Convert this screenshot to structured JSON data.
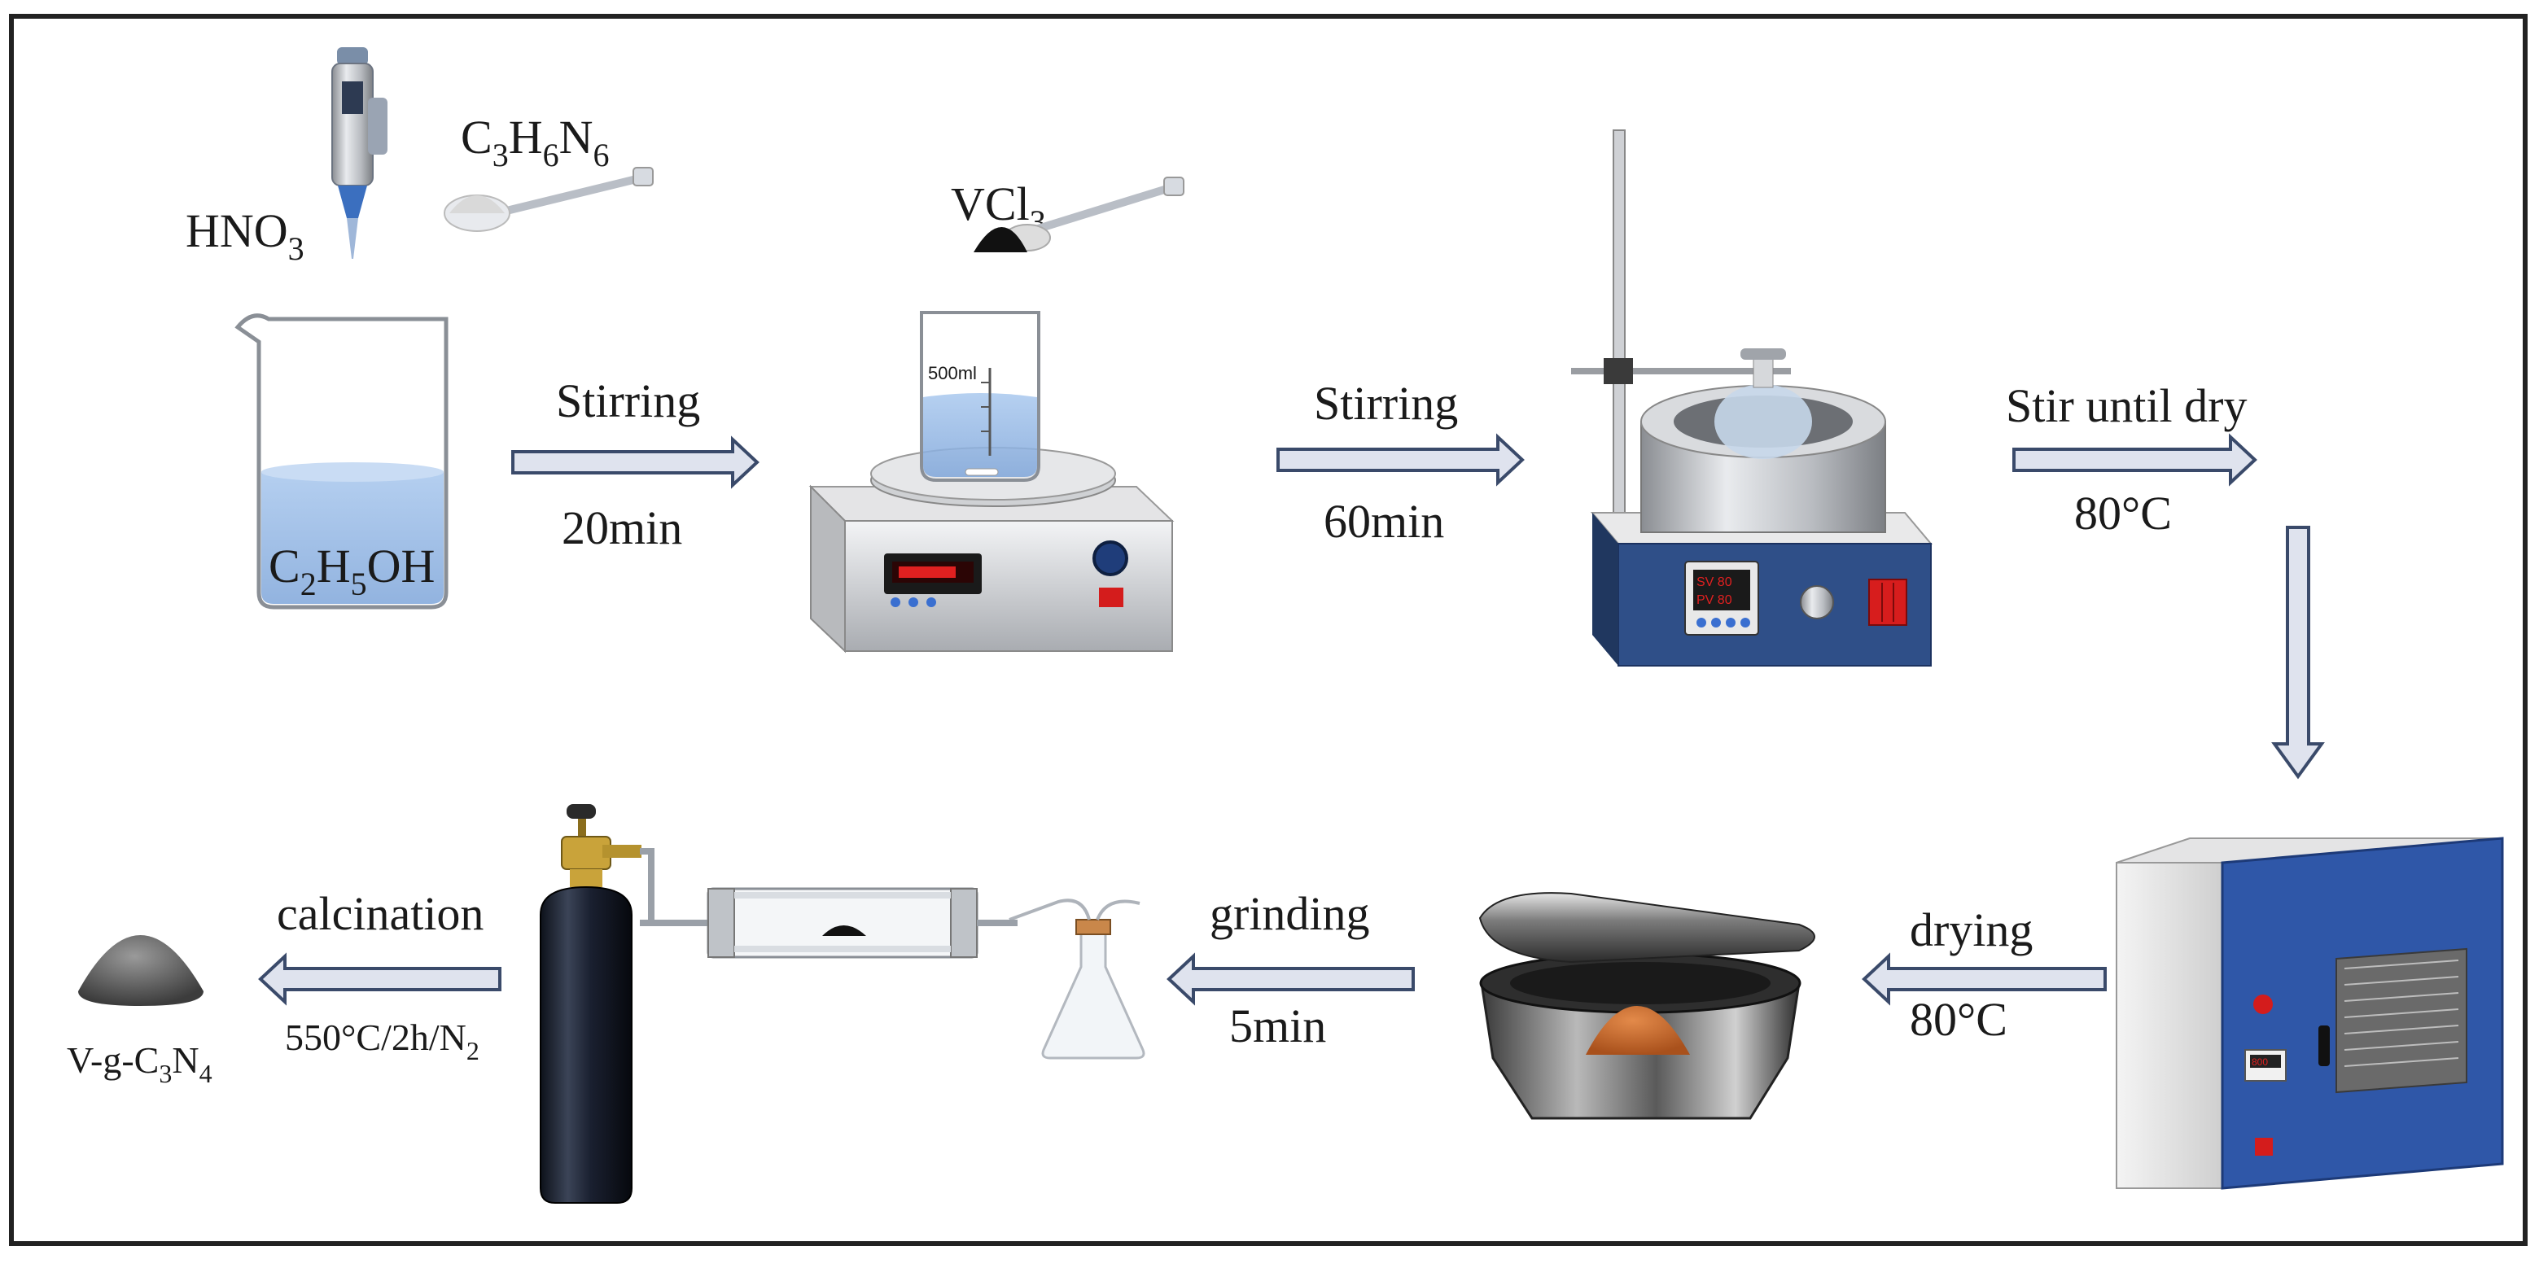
{
  "reagents": {
    "hno3": {
      "base": "HNO",
      "sub": "3"
    },
    "melamine": {
      "c": "C",
      "c_sub": "3",
      "h": "H",
      "h_sub": "6",
      "n": "N",
      "n_sub": "6"
    },
    "vcl3": {
      "base": "VCl",
      "sub": "3"
    },
    "ethanol": {
      "c": "C",
      "c_sub": "2",
      "h": "H",
      "h_sub": "5",
      "tail": "OH"
    },
    "product": {
      "prefix": "V-g-C",
      "c_sub": "3",
      "n": "N",
      "n_sub": "4"
    }
  },
  "steps": {
    "step1": {
      "action": "Stirring",
      "condition": "20min"
    },
    "step2": {
      "action": "Stirring",
      "condition": "60min"
    },
    "step3": {
      "action": "Stir until dry",
      "condition": "80°C"
    },
    "step4": {
      "action": "drying",
      "condition": "80°C"
    },
    "step5": {
      "action": "grinding",
      "condition": "5min"
    },
    "step6": {
      "action": "calcination",
      "condition_prefix": "550°C/2h/N",
      "condition_sub": "2"
    }
  },
  "equipment_labels": {
    "beaker_mark": "500ml",
    "heater_display_top": "SV 80",
    "heater_display_bottom": "PV 80",
    "oven_display": "800"
  },
  "colors": {
    "arrow_fill": "#dfe3ee",
    "arrow_stroke": "#3a4a6a",
    "liquid_blue": "#8fb4e3",
    "oven_blue": "#2f57a8",
    "powder_orange": "#c8662a",
    "powder_dark": "#4a4a4a"
  }
}
